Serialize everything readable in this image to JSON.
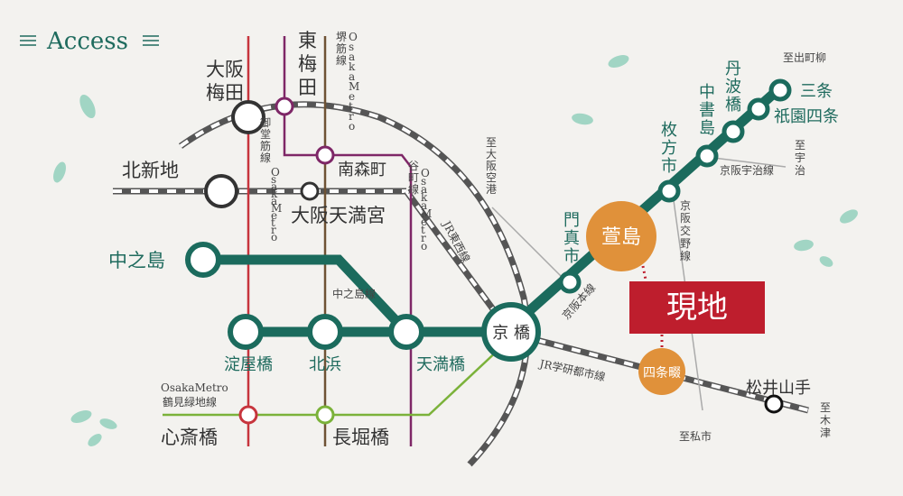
{
  "title": "Access",
  "colors": {
    "keihan": "#1b6b5d",
    "nakanoshima_line": "#1b6b5d",
    "midosuji": "#c7353d",
    "tanimachi": "#7e2767",
    "sakaisuji": "#6e5234",
    "nagahori_tsurumi": "#7bb23a",
    "jr_loop": "#555555",
    "genchi": "#be1e2d",
    "kayashima": "#e0913a"
  },
  "stations": {
    "osaka_umeda": "大阪\n梅田",
    "higashi_umeda": "東\n梅\n田",
    "kitashinchi": "北新地",
    "minamimorimachi": "南森町",
    "osakatenmangu": "大阪天満宮",
    "nakanoshima": "中之島",
    "yodoyabashi": "淀屋橋",
    "kitahama": "北浜",
    "tenmabashi": "天満橋",
    "kyobashi": "京 橋",
    "shinsaibashi": "心斎橋",
    "nagahoribashi": "長堀橋",
    "kadomashi": "門\n真\n市",
    "kayashima": "萱島",
    "hirakatashi": "枚\n方\n市",
    "nakashojima": "中\n書\n島",
    "tanbabashi": "丹\n波\n橋",
    "sanjo": "三条",
    "gionshijo": "祇園四条",
    "shijonawate": "四条畷",
    "matsuiyamate": "松井山手"
  },
  "genchi": "現地",
  "lines": {
    "midosuji": "御\n堂\n筋\n線",
    "osakametro_v1": "O\ns\na\nk\na\nM\ne\nt\nr\no",
    "sakaisuji": "堺\n筋\n線",
    "osakametro_v2": "O\ns\na\nk\na\nM\ne\nt\nr\no",
    "tanimachi": "谷\n町\n線",
    "osakametro_v3": "O\ns\na\nk\na\nM\ne\nt\nr\no",
    "jr_tozai": "JR東西線",
    "nakanoshima": "中之島線",
    "keihan_main": "京阪本線",
    "keihan_katano": "京\n阪\n交\n野\n線",
    "keihan_uji": "京阪宇治線",
    "jr_gakkentoshi": "JR学研都市線",
    "tsurumi_top": "OsakaMetro",
    "tsurumi_bottom": "鶴見緑地線"
  },
  "destinations": {
    "demachiyanagi": "至出町柳",
    "uji": "至\n宇\n治",
    "osaka_airport": "至\n大\n阪\n空\n港",
    "kisaichi": "至私市",
    "kizu": "至\n木\n津"
  }
}
